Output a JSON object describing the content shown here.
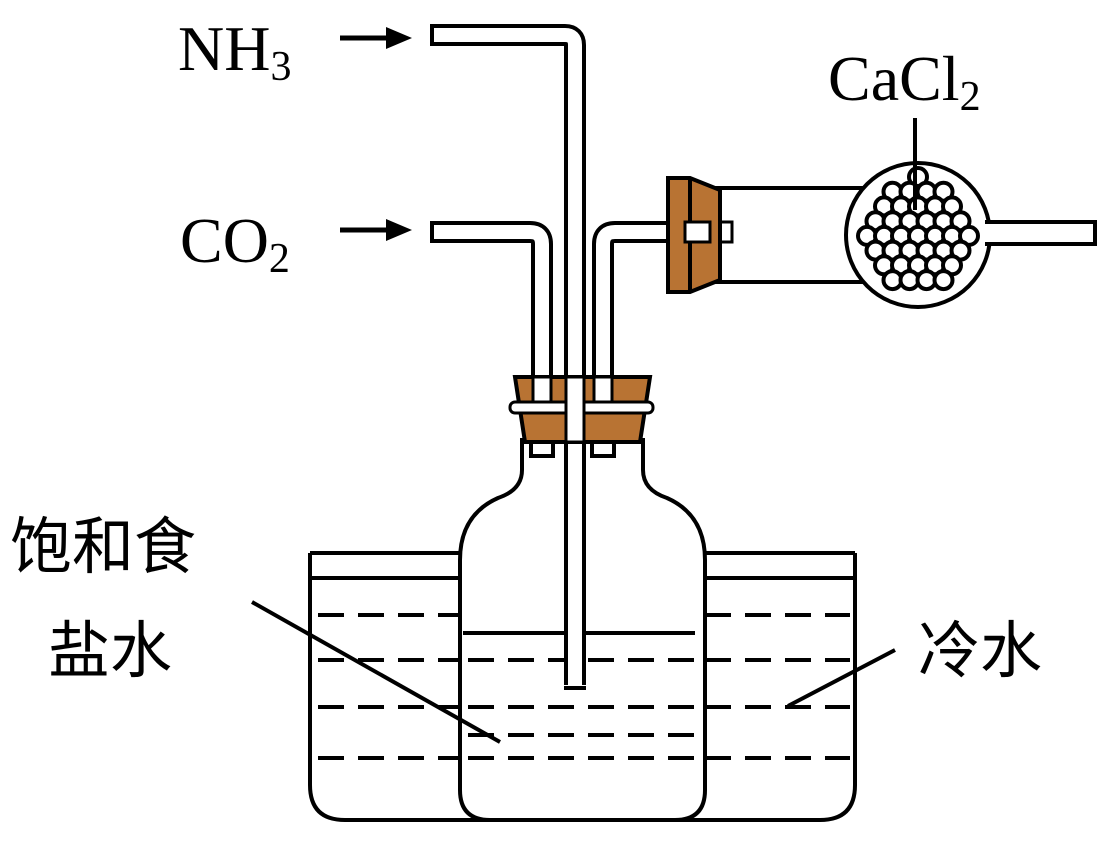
{
  "labels": {
    "nh3_base": "NH",
    "nh3_sub": "3",
    "co2_base": "CO",
    "co2_sub": "2",
    "cacl2_base": "CaCl",
    "cacl2_sub": "2",
    "brine_line1": "饱和食",
    "brine_line2": "盐水",
    "cold_water": "冷水"
  },
  "colors": {
    "stroke": "#000000",
    "stopper": "#b87333",
    "background": "#ffffff"
  }
}
